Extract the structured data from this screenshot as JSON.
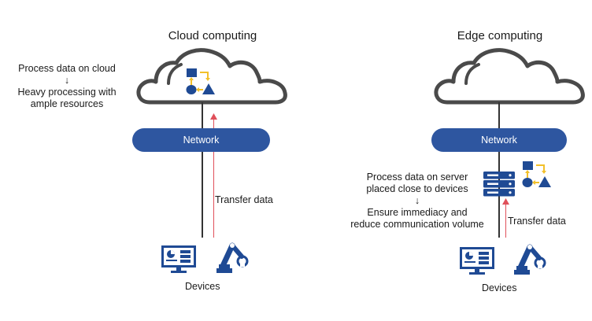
{
  "colors": {
    "network_fill": "#2e56a0",
    "icon_blue": "#1f4a94",
    "accent_yellow": "#f2c02a",
    "cloud_stroke": "#4a4a4a",
    "transfer_arrow": "#e0505a",
    "connector_line": "#333333"
  },
  "panels": [
    {
      "title": "Cloud computing",
      "description": {
        "line1": "Process data on cloud",
        "arrow": "↓",
        "line2": "Heavy processing with",
        "line3": "ample resources"
      },
      "network_label": "Network",
      "transfer_label": "Transfer data",
      "devices_label": "Devices",
      "icons": [
        "cloud-icon",
        "processing-shapes-icon",
        "monitor-dashboard-icon",
        "robot-arm-icon"
      ]
    },
    {
      "title": "Edge computing",
      "description": {
        "line1": "Process data on server",
        "line2": "placed close to devices",
        "arrow": "↓",
        "line3": "Ensure immediacy and",
        "line4": "reduce communication volume"
      },
      "network_label": "Network",
      "transfer_label": "Transfer data",
      "devices_label": "Devices",
      "icons": [
        "cloud-icon",
        "server-icon",
        "processing-shapes-icon",
        "monitor-dashboard-icon",
        "robot-arm-icon"
      ]
    }
  ]
}
